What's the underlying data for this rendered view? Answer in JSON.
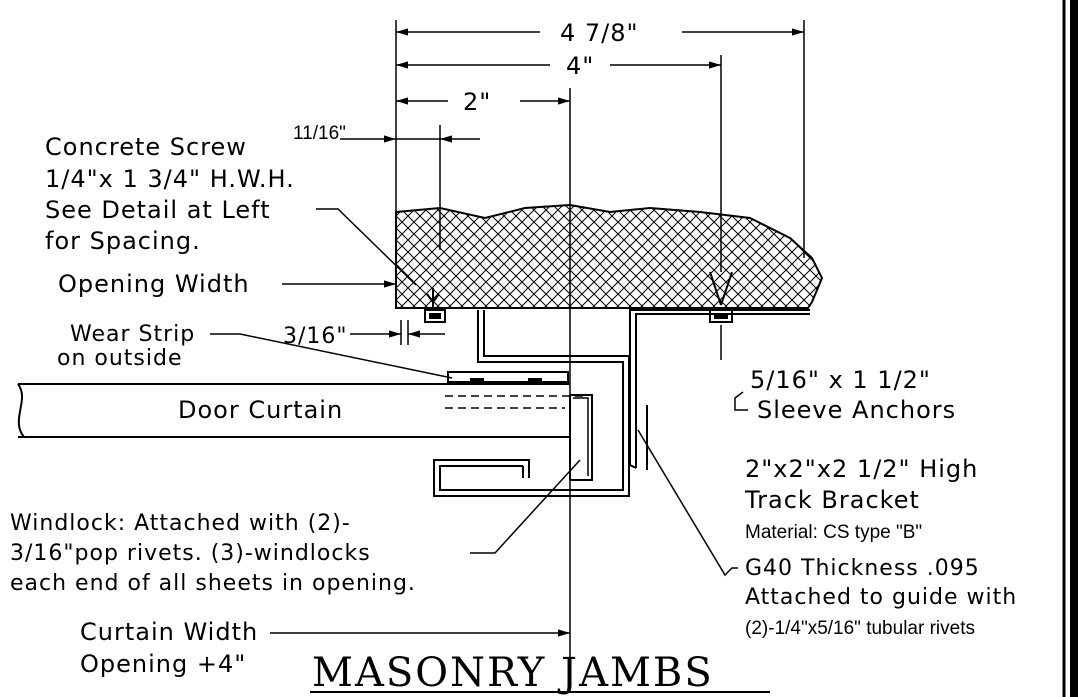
{
  "title": "MASONRY JAMBS",
  "dimensions": {
    "overall": "4 7/8\"",
    "four": "4\"",
    "two": "2\"",
    "eleven_sixteenths": "11/16\"",
    "three_sixteenths": "3/16\""
  },
  "labels": {
    "concrete_screw": [
      "Concrete Screw",
      "1/4\"x 1 3/4\" H.W.H.",
      "See Detail at Left",
      "for Spacing."
    ],
    "opening_width": "Opening Width",
    "wear_strip": [
      "Wear Strip",
      "on outside"
    ],
    "door_curtain": "Door Curtain",
    "sleeve_anchors": [
      "5/16\" x 1 1/2\"",
      "Sleeve Anchors"
    ],
    "track_bracket": [
      "2\"x2\"x2 1/2\" High",
      "Track Bracket"
    ],
    "bracket_spec": [
      "Material: CS type \"B\"",
      "G40 Thickness .095",
      "Attached to guide with",
      "(2)-1/4\"x5/16\" tubular rivets"
    ],
    "windlock": [
      "Windlock: Attached with (2)-",
      "3/16\"pop rivets. (3)-windlocks",
      "each end of all sheets in opening."
    ],
    "curtain_width": [
      "Curtain Width",
      "Opening +4\""
    ]
  }
}
